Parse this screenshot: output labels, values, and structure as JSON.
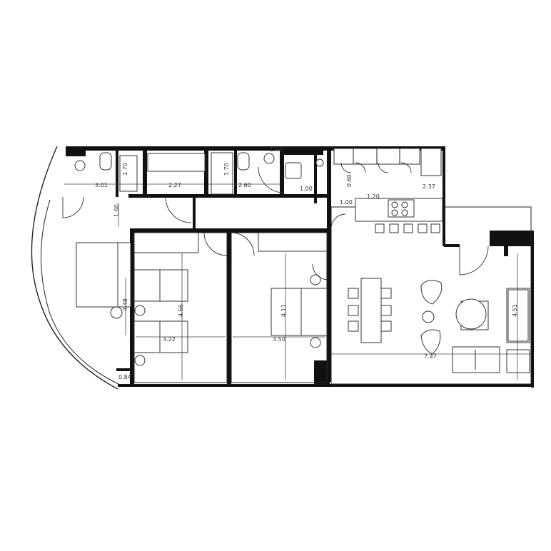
{
  "dimensions": {
    "d_301": "3.01",
    "d_227": "2.27",
    "d_260": "2.60",
    "d_140": "1.40",
    "d_100_top": "1.00",
    "d_237": "2.37",
    "d_120": "1.20",
    "d_100_kitchen": "1.00",
    "d_160": "1.60",
    "d_466": "4.66",
    "d_448": "4.48",
    "d_322": "3.22",
    "d_411": "4.11",
    "d_350": "3.50",
    "d_747": "7.47",
    "d_451": "4.51",
    "d_084": "0.84",
    "d_170_a": "1.70",
    "d_170_b": "1.70",
    "d_060": "0.60"
  }
}
